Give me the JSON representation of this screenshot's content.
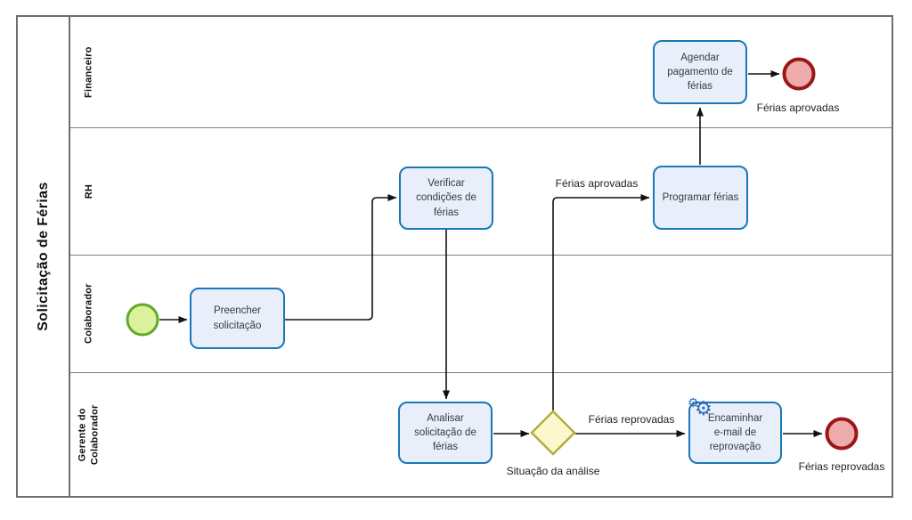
{
  "diagram": {
    "pool_title": "Solicitação de Férias",
    "lanes": [
      {
        "label": "Financeiro"
      },
      {
        "label": "RH"
      },
      {
        "label": "Colaborador"
      },
      {
        "label": "Gerente do\nColaborador"
      }
    ],
    "tasks": {
      "agendar": {
        "label": "Agendar\npagamento de\nférias"
      },
      "verificar": {
        "label": "Verificar\ncondições de\nférias"
      },
      "programar": {
        "label": "Programar férias"
      },
      "preencher": {
        "label": "Preencher\nsolicitação"
      },
      "analisar": {
        "label": "Analisar\nsolicitação de\nférias"
      },
      "encaminhar": {
        "label": "Encaminhar\ne-mail de\nreprovação"
      }
    },
    "gateway": {
      "label": "Situação da análise"
    },
    "flow_labels": {
      "aprovadas": "Férias aprovadas",
      "reprovadas": "Férias reprovadas"
    },
    "event_labels": {
      "end_aprovadas": "Férias aprovadas",
      "end_reprovadas": "Férias reprovadas"
    },
    "icons": {
      "service_task_gear": "⚙"
    },
    "colors": {
      "task_fill": "#e9eefb",
      "task_border": "#1878b8",
      "start_fill": "#d9f29b",
      "start_border": "#61a928",
      "end_fill": "#efabab",
      "end_border": "#9c1616",
      "gateway_fill": "#fbf8cd",
      "gateway_border": "#b3ac41",
      "lane_border": "#7f7f7f",
      "connector": "#111111",
      "gear_icon": "#2f6db5"
    }
  }
}
